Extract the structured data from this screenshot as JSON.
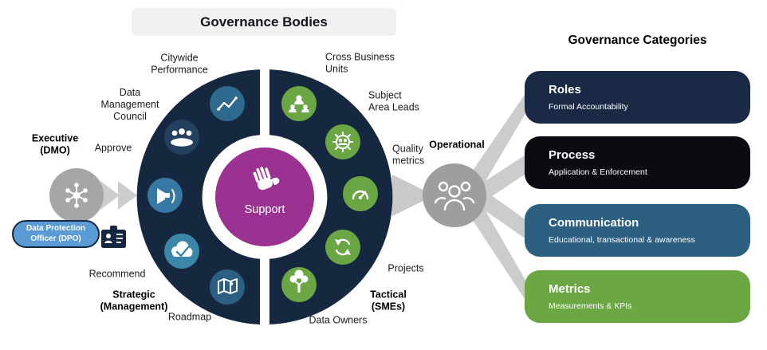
{
  "banner": {
    "title": "Governance Bodies"
  },
  "right_panel": {
    "title": "Governance Categories",
    "categories": [
      {
        "title": "Roles",
        "subtitle": "Formal Accountability",
        "color": "#1b2a44"
      },
      {
        "title": "Process",
        "subtitle": "Application & Enforcement",
        "color": "#0b0c12"
      },
      {
        "title": "Communication",
        "subtitle": "Educational, transactional & awareness",
        "color": "#2d5f80"
      },
      {
        "title": "Metrics",
        "subtitle": "Measurements & KPIs",
        "color": "#6ba843"
      }
    ]
  },
  "diagram": {
    "center": {
      "label": "Support",
      "color": "#9b3190",
      "icon": "support-hand-icon"
    },
    "colors": {
      "ring": "#16283f",
      "green_node": "#6ba644",
      "gray_node": "#a6a6a6",
      "connector": "#c9c9c9",
      "dpo_fill": "#5b9bd5"
    },
    "labels": {
      "citywide_performance": "Citywide\nPerformance",
      "data_management_council": "Data\nManagement\nCouncil",
      "approve": "Approve",
      "executive_dmo": "Executive\n(DMO)",
      "recommend": "Recommend",
      "strategic_management": "Strategic\n(Management)",
      "roadmap": "Roadmap",
      "cross_business_units": "Cross Business\nUnits",
      "subject_area_leads": "Subject\nArea Leads",
      "quality_metrics": "Quality\nmetrics",
      "operational": "Operational",
      "projects": "Projects",
      "tactical_smes": "Tactical\n(SMEs)",
      "data_owners": "Data Owners"
    },
    "dpo_badge": {
      "label": "Data Protection\nOfficer (DPO)"
    },
    "icons": {
      "left_ring": [
        "line-chart-icon",
        "council-people-icon",
        "megaphone-icon",
        "cloud-check-icon",
        "map-icon"
      ],
      "right_ring": [
        "team-network-icon",
        "gear-team-icon",
        "gauge-icon",
        "cycle-icon",
        "tree-icon"
      ],
      "left_node": "network-icon",
      "right_node": "operational-people-icon",
      "badge": "id-card-icon",
      "center": "support-hand-icon"
    }
  }
}
